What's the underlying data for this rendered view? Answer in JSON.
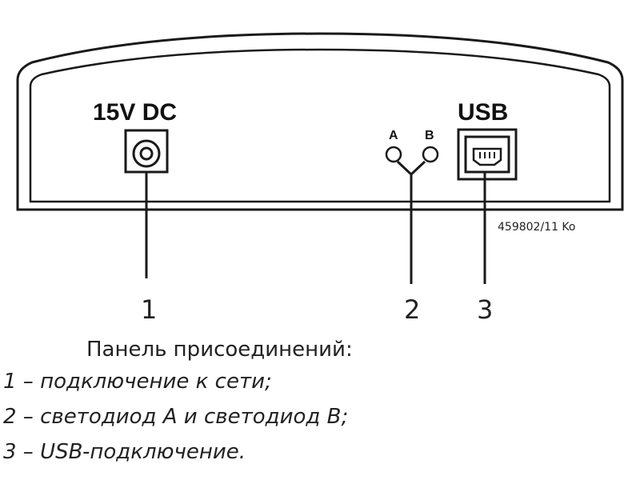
{
  "diagram": {
    "power_label": "15V DC",
    "usb_label": "USB",
    "led_a_label": "A",
    "led_b_label": "B",
    "reference_code": "459802/11 Ko",
    "callouts": [
      "1",
      "2",
      "3"
    ]
  },
  "caption": {
    "title": "Панель присоединений:",
    "items": [
      "1 – подключение к сети;",
      "2 – светодиод A и светодиод B;",
      "3 – USB-подключение."
    ]
  },
  "colors": {
    "line": "#1a1a1a",
    "text": "#222222",
    "background": "#ffffff"
  }
}
